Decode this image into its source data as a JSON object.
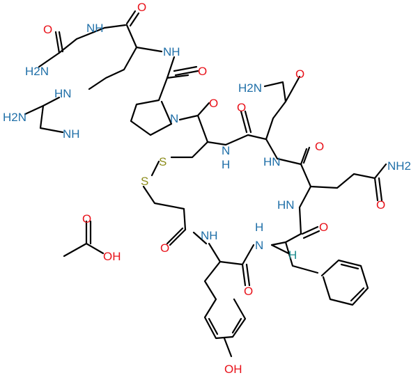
{
  "colors": {
    "bond": "#000000",
    "N": "#1f6fa8",
    "O": "#e8121a",
    "S": "#8c8c1a",
    "H": "#1a8a8c",
    "background": "#ffffff"
  },
  "atoms": [
    {
      "id": "o-gly",
      "text": "O",
      "el": "O"
    },
    {
      "id": "nh-gly",
      "text": "NH",
      "el": "N"
    },
    {
      "id": "o-top",
      "text": "O",
      "el": "O"
    },
    {
      "id": "h2n-gly",
      "text": "H2N",
      "el": "N"
    },
    {
      "id": "nh-arg",
      "text": "NH",
      "el": "N"
    },
    {
      "id": "hn-guan",
      "text": "HN",
      "el": "N"
    },
    {
      "id": "o-pro",
      "text": "O",
      "el": "O"
    },
    {
      "id": "h2n-guan",
      "text": "H2N",
      "el": "N"
    },
    {
      "id": "nh-guan",
      "text": "NH",
      "el": "N"
    },
    {
      "id": "h2n-asn",
      "text": "H2N",
      "el": "N"
    },
    {
      "id": "o-asn-side",
      "text": "O",
      "el": "O"
    },
    {
      "id": "n-pro",
      "text": "N",
      "el": "N"
    },
    {
      "id": "o-pro-cys",
      "text": "O",
      "el": "O"
    },
    {
      "id": "o-cys-asn",
      "text": "O",
      "el": "O"
    },
    {
      "id": "s1",
      "text": "S",
      "el": "S"
    },
    {
      "id": "nh-cys",
      "text": "N",
      "el": "N"
    },
    {
      "id": "h-cys",
      "text": "H",
      "el": "N"
    },
    {
      "id": "hn-asn",
      "text": "HN",
      "el": "N"
    },
    {
      "id": "o-asn-gln",
      "text": "O",
      "el": "O"
    },
    {
      "id": "nh2-gln",
      "text": "NH2",
      "el": "N"
    },
    {
      "id": "s2",
      "text": "S",
      "el": "S"
    },
    {
      "id": "hn-gln",
      "text": "HN",
      "el": "N"
    },
    {
      "id": "o-gln-side",
      "text": "O",
      "el": "O"
    },
    {
      "id": "h-phe",
      "text": "H",
      "el": "N"
    },
    {
      "id": "nh-tyr",
      "text": "NH",
      "el": "N"
    },
    {
      "id": "n-phe",
      "text": "N",
      "el": "N"
    },
    {
      "id": "o-gln-phe",
      "text": "O",
      "el": "O"
    },
    {
      "id": "o-acid-top",
      "text": "O",
      "el": "O"
    },
    {
      "id": "o-mpa",
      "text": "O",
      "el": "O"
    },
    {
      "id": "h-stereo",
      "text": "H",
      "el": "H"
    },
    {
      "id": "oh-acid",
      "text": "OH",
      "el": "O"
    },
    {
      "id": "o-tyr-phe",
      "text": "O",
      "el": "O"
    },
    {
      "id": "oh-tyr",
      "text": "OH",
      "el": "O"
    }
  ]
}
